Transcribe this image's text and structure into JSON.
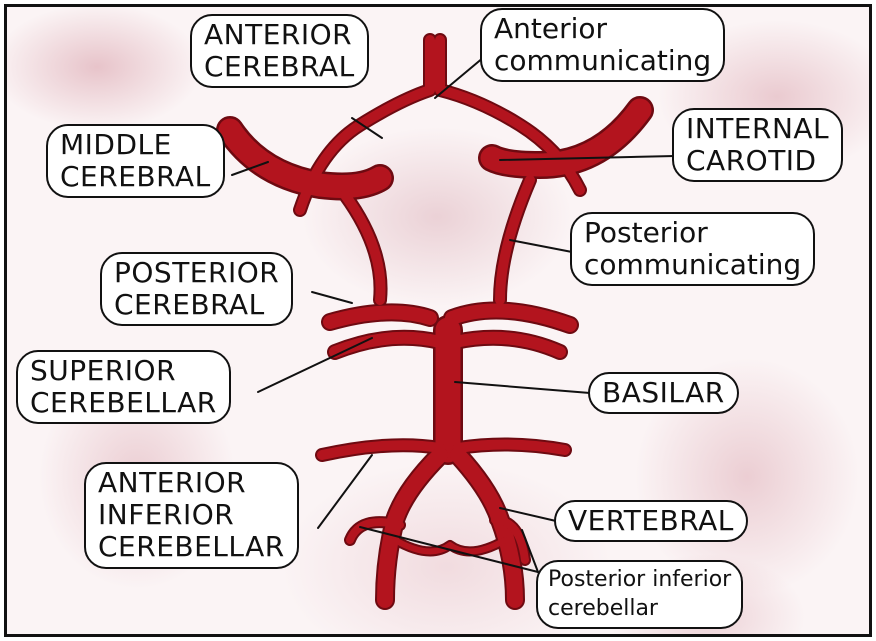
{
  "labels": {
    "anterior_cerebral": [
      "ANTERIOR",
      "CEREBRAL"
    ],
    "anterior_communicating": [
      "Anterior",
      "communicating"
    ],
    "middle_cerebral": [
      "MIDDLE",
      "CEREBRAL"
    ],
    "internal_carotid": [
      "INTERNAL",
      "CAROTID"
    ],
    "posterior_communicating": [
      "Posterior",
      "communicating"
    ],
    "posterior_cerebral": [
      "POSTERIOR",
      "CEREBRAL"
    ],
    "superior_cerebellar": [
      "SUPERIOR",
      "CEREBELLAR"
    ],
    "basilar": [
      "BASILAR"
    ],
    "anterior_inferior_cerebellar": [
      "ANTERIOR",
      "INFERIOR",
      "CEREBELLAR"
    ],
    "vertebral": [
      "VERTEBRAL"
    ],
    "posterior_inferior_cerebellar": [
      "Posterior inferior",
      "cerebellar"
    ]
  },
  "colors": {
    "artery": "#b3141e",
    "artery_dark": "#8a0d15",
    "outline": "#111111",
    "label_bg": "#ffffff"
  }
}
